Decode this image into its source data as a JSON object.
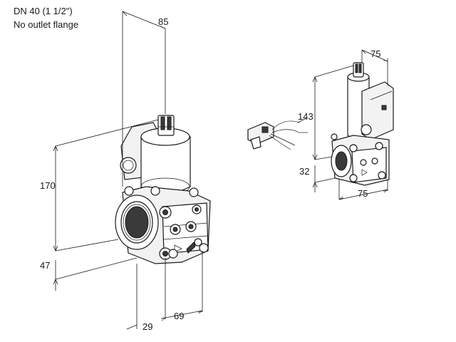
{
  "header": {
    "title": "DN 40 (1 1/2\")",
    "subtitle": "No outlet flange"
  },
  "dimensions": {
    "main_width": "85",
    "main_height": "170",
    "main_axis": "47",
    "main_depth_a": "29",
    "main_depth_b": "69",
    "small_width_top": "75",
    "small_height": "143",
    "small_axis": "32",
    "small_width_bottom": "75"
  }
}
